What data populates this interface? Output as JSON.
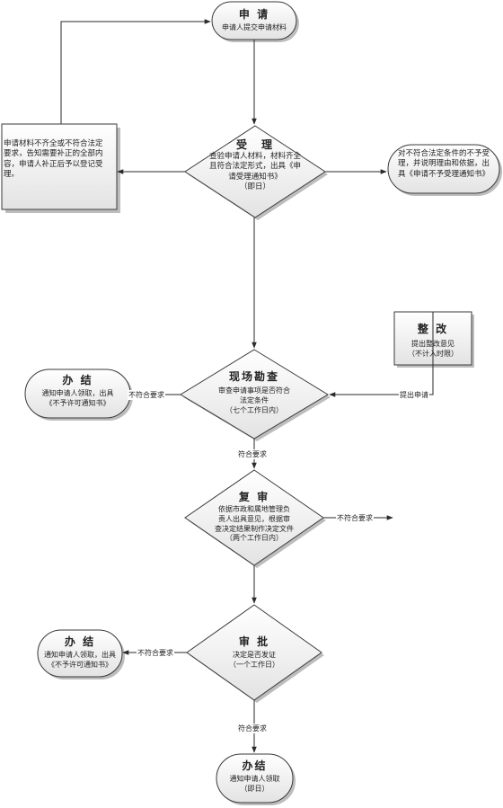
{
  "nodes": {
    "apply": {
      "title": "申 请",
      "desc": "申请人提交申请材料"
    },
    "accept": {
      "title": "受　理",
      "desc": "查验申请人材料，材料齐全\n且符合法定形式，出具《申\n请受理通知书》\n（即日）"
    },
    "supplement": {
      "desc": "申请材料不齐全或不符合法定\n要求，告知需要补正的全部内\n容，申请人补正后予以登记受\n理。"
    },
    "reject_accept": {
      "desc": "对不符合法定条件的不予受\n理，并说明理由和依据，出\n具《申请不予受理通知书》"
    },
    "inspect": {
      "title": "现场勘查",
      "desc": "审查申请事项是否符合\n法定条件\n（七个工作日内）"
    },
    "end_reject1": {
      "title": "办 结",
      "desc": "通知申请人领取，出具\n《不予许可通知书》"
    },
    "review": {
      "title": "复 审",
      "desc": "依据市政和属地管理负\n责人出具意见，根据审\n查决定结果制作决定文件\n（两个工作日内）"
    },
    "rectify": {
      "title": "整 改",
      "desc": "提出整改意见\n（不计入时限）"
    },
    "approve": {
      "title": "审 批",
      "desc": "决定是否发证\n（一个工作日）"
    },
    "end_reject2": {
      "title": "办 结",
      "desc": "通知申请人领取，出具\n《不予许可通知书》"
    },
    "end_final": {
      "title": "办结",
      "desc": "通知申请人领取\n（即日）"
    }
  },
  "edges": {
    "inspect_fail": "不符合要求",
    "inspect_pass": "符合要求",
    "review_fail": "不符合要求",
    "rectify_submit": "提出申请",
    "approve_fail": "不符合要求",
    "approve_pass": "符合要求"
  },
  "colors": {
    "stroke": "#3a3a3a",
    "fill_top": "#ffffff",
    "fill_bottom": "#e3e3e3",
    "shadow": "#bdbdbd"
  }
}
